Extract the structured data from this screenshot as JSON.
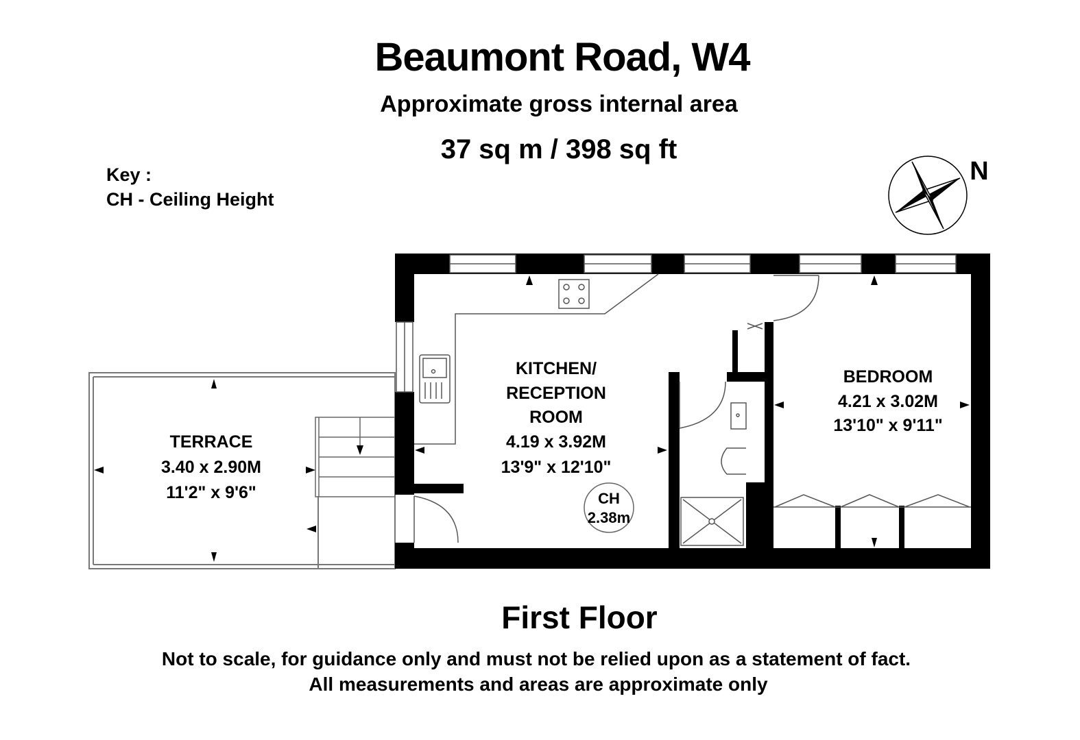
{
  "header": {
    "title": "Beaumont Road, W4",
    "subtitle": "Approximate gross internal area",
    "area": "37 sq m /  398 sq ft"
  },
  "key": {
    "title": "Key :",
    "item": "CH - Ceiling Height"
  },
  "compass": {
    "label": "N"
  },
  "rooms": {
    "terrace": {
      "name": "TERRACE",
      "metric": "3.40 x 2.90M",
      "imperial": "11'2\" x 9'6\""
    },
    "kitchen": {
      "line1": "KITCHEN/",
      "line2": "RECEPTION",
      "line3": "ROOM",
      "metric": "4.19 x 3.92M",
      "imperial": "13'9\" x 12'10\""
    },
    "bedroom": {
      "name": "BEDROOM",
      "metric": "4.21 x 3.02M",
      "imperial": "13'10\" x 9'11\""
    }
  },
  "ceiling": {
    "label": "CH",
    "value": "2.38m"
  },
  "footer": {
    "floor": "First Floor",
    "disclaimer_1": "Not to scale, for guidance only and must not be relied upon as a statement of fact.",
    "disclaimer_2": "All measurements and areas are approximate only"
  },
  "colors": {
    "wall": "#000000",
    "line": "#555555",
    "background": "#ffffff"
  }
}
